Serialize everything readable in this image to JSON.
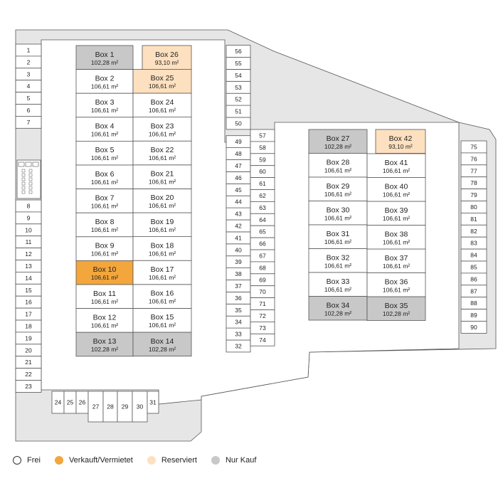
{
  "colors": {
    "frei": "#ffffff",
    "verkauft": "#f3a63c",
    "reserviert": "#fde0bf",
    "nurkauf": "#c8c8c8",
    "area": "#e6e6e6",
    "stroke": "#555555"
  },
  "legend": [
    {
      "label": "Frei",
      "status": "frei"
    },
    {
      "label": "Verkauft/Vermietet",
      "status": "verkauft"
    },
    {
      "label": "Reserviert",
      "status": "reserviert"
    },
    {
      "label": "Nur Kauf",
      "status": "nurkauf"
    }
  ],
  "boxes": [
    {
      "label": "Box 1",
      "area": "102,28 m²",
      "status": "nurkauf"
    },
    {
      "label": "Box 2",
      "area": "106,61 m²",
      "status": "frei"
    },
    {
      "label": "Box 3",
      "area": "106,61 m²",
      "status": "frei"
    },
    {
      "label": "Box 4",
      "area": "106,61 m²",
      "status": "frei"
    },
    {
      "label": "Box 5",
      "area": "106,61 m²",
      "status": "frei"
    },
    {
      "label": "Box 6",
      "area": "106,61 m²",
      "status": "frei"
    },
    {
      "label": "Box 7",
      "area": "106,61 m²",
      "status": "frei"
    },
    {
      "label": "Box 8",
      "area": "106,61 m²",
      "status": "frei"
    },
    {
      "label": "Box 9",
      "area": "106,61 m²",
      "status": "frei"
    },
    {
      "label": "Box 10",
      "area": "106,61 m²",
      "status": "verkauft"
    },
    {
      "label": "Box 11",
      "area": "106,61 m²",
      "status": "frei"
    },
    {
      "label": "Box 12",
      "area": "106,61 m²",
      "status": "frei"
    },
    {
      "label": "Box 13",
      "area": "102,28 m²",
      "status": "nurkauf"
    },
    {
      "label": "Box 14",
      "area": "102,28 m²",
      "status": "nurkauf"
    },
    {
      "label": "Box 15",
      "area": "106,61 m²",
      "status": "frei"
    },
    {
      "label": "Box 16",
      "area": "106,61 m²",
      "status": "frei"
    },
    {
      "label": "Box 17",
      "area": "106,61 m²",
      "status": "frei"
    },
    {
      "label": "Box 18",
      "area": "106,61 m²",
      "status": "frei"
    },
    {
      "label": "Box 19",
      "area": "106,61 m²",
      "status": "frei"
    },
    {
      "label": "Box 20",
      "area": "106,61 m²",
      "status": "frei"
    },
    {
      "label": "Box 21",
      "area": "106,61 m²",
      "status": "frei"
    },
    {
      "label": "Box 22",
      "area": "106,61 m²",
      "status": "frei"
    },
    {
      "label": "Box 23",
      "area": "106,61 m²",
      "status": "frei"
    },
    {
      "label": "Box 24",
      "area": "106,61 m²",
      "status": "frei"
    },
    {
      "label": "Box 25",
      "area": "106,61 m²",
      "status": "reserviert"
    },
    {
      "label": "Box 26",
      "area": "93,10 m²",
      "status": "reserviert"
    },
    {
      "label": "Box 27",
      "area": "102,28 m²",
      "status": "nurkauf"
    },
    {
      "label": "Box 28",
      "area": "106,61 m²",
      "status": "frei"
    },
    {
      "label": "Box 29",
      "area": "106,61 m²",
      "status": "frei"
    },
    {
      "label": "Box 30",
      "area": "106,61 m²",
      "status": "frei"
    },
    {
      "label": "Box 31",
      "area": "106,61 m²",
      "status": "frei"
    },
    {
      "label": "Box 32",
      "area": "106,61 m²",
      "status": "frei"
    },
    {
      "label": "Box 33",
      "area": "106,61 m²",
      "status": "frei"
    },
    {
      "label": "Box 34",
      "area": "102,28 m²",
      "status": "nurkauf"
    },
    {
      "label": "Box 35",
      "area": "102,28 m²",
      "status": "nurkauf"
    },
    {
      "label": "Box 36",
      "area": "106,61 m²",
      "status": "frei"
    },
    {
      "label": "Box 37",
      "area": "106,61 m²",
      "status": "frei"
    },
    {
      "label": "Box 38",
      "area": "106,61 m²",
      "status": "frei"
    },
    {
      "label": "Box 39",
      "area": "106,61 m²",
      "status": "frei"
    },
    {
      "label": "Box 40",
      "area": "106,61 m²",
      "status": "frei"
    },
    {
      "label": "Box 41",
      "area": "106,61 m²",
      "status": "frei"
    },
    {
      "label": "Box 42",
      "area": "93,10 m²",
      "status": "reserviert"
    }
  ],
  "spaces": [
    "1",
    "2",
    "3",
    "4",
    "5",
    "6",
    "7",
    "8",
    "9",
    "10",
    "11",
    "12",
    "13",
    "14",
    "15",
    "16",
    "17",
    "18",
    "19",
    "20",
    "21",
    "22",
    "23",
    "24",
    "25",
    "26",
    "27",
    "28",
    "29",
    "30",
    "31",
    "32",
    "33",
    "34",
    "35",
    "36",
    "37",
    "38",
    "39",
    "40",
    "41",
    "42",
    "43",
    "44",
    "45",
    "46",
    "47",
    "48",
    "49",
    "50",
    "51",
    "52",
    "53",
    "54",
    "55",
    "56",
    "57",
    "58",
    "59",
    "60",
    "61",
    "62",
    "63",
    "64",
    "65",
    "66",
    "67",
    "68",
    "69",
    "70",
    "71",
    "72",
    "73",
    "74",
    "75",
    "76",
    "77",
    "78",
    "79",
    "80",
    "81",
    "82",
    "83",
    "84",
    "85",
    "86",
    "87",
    "88",
    "89",
    "90"
  ]
}
